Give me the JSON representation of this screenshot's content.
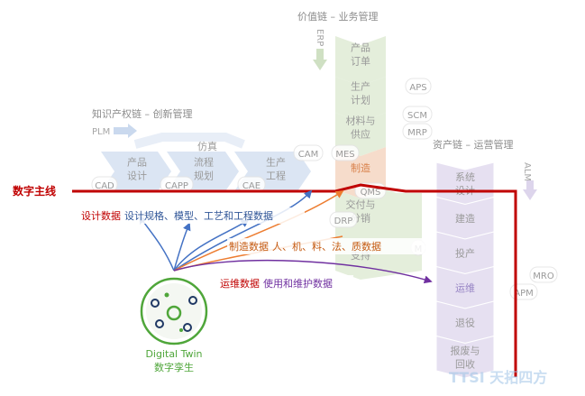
{
  "headers": {
    "value_chain": "价值链 – 业务管理",
    "ip_chain": "知识产权链 – 创新管理",
    "asset_chain": "资产链 – 运营管理"
  },
  "side_tags": {
    "erp": "ERP",
    "plm": "PLM",
    "alm": "ALM"
  },
  "main_thread": "数字主线",
  "ip_steps": {
    "sim": "仿真",
    "design": "产品\n设计",
    "process": "流程\n规划",
    "prod": "生产\n工程"
  },
  "ip_tools": {
    "cad": "CAD",
    "capp": "CAPP",
    "cae": "CAE",
    "cam": "CAM"
  },
  "value_steps": [
    {
      "label": "产品\n订单",
      "colors": {
        "fill": "#e4eedb"
      }
    },
    {
      "label": "生产\n计划",
      "colors": {
        "fill": "#e4eedb"
      }
    },
    {
      "label": "材料与\n供应",
      "colors": {
        "fill": "#e4eedb"
      }
    },
    {
      "label": "制造",
      "colors": {
        "fill": "#f6dccb",
        "text": "#d9824c"
      }
    },
    {
      "label": "交付与\n分销",
      "colors": {
        "fill": "#e4eedb"
      }
    },
    {
      "label": "支持",
      "colors": {
        "fill": "#e4eedb"
      }
    }
  ],
  "value_tags": {
    "aps": "APS",
    "scm": "SCM",
    "mrp": "MRP",
    "mes": "MES",
    "qms": "QMS",
    "drp": "DRP",
    "crm_partial": "M"
  },
  "asset_steps": [
    {
      "label": "系统\n设计",
      "colors": {
        "text": "#9a9a9a"
      }
    },
    {
      "label": "建造",
      "colors": {
        "text": "#9a9a9a"
      }
    },
    {
      "label": "投产",
      "colors": {
        "text": "#9a9a9a"
      }
    },
    {
      "label": "运维",
      "colors": {
        "text": "#9683c4"
      }
    },
    {
      "label": "退役",
      "colors": {
        "text": "#9a9a9a"
      }
    },
    {
      "label": "报废与\n回收",
      "colors": {
        "text": "#9a9a9a"
      }
    }
  ],
  "asset_tags": {
    "mro": "MRO",
    "apm": "APM"
  },
  "data_labels": {
    "design_key": "设计数据",
    "design_val": "设计规格、模型、工艺和工程数据",
    "mfg_key": "制造数据",
    "mfg_val": "人、机、料、法、质数据",
    "ops_key": "运维数据",
    "ops_val": "使用和维护数据"
  },
  "twin": {
    "en": "Digital Twin",
    "cn": "数字孪生"
  },
  "watermark": "TTSI 天拓四方",
  "colors": {
    "thread": "#c00000",
    "design_arrow": "#4472c4",
    "mfg_arrow": "#ed7d31",
    "ops_arrow": "#7030a0",
    "ip_fill": "#dbe5f3",
    "asset_fill": "#e6e0f1",
    "value_fill": "#e4eedb",
    "gray_text": "#8c8c8c",
    "twin_green": "#4fa63a"
  }
}
